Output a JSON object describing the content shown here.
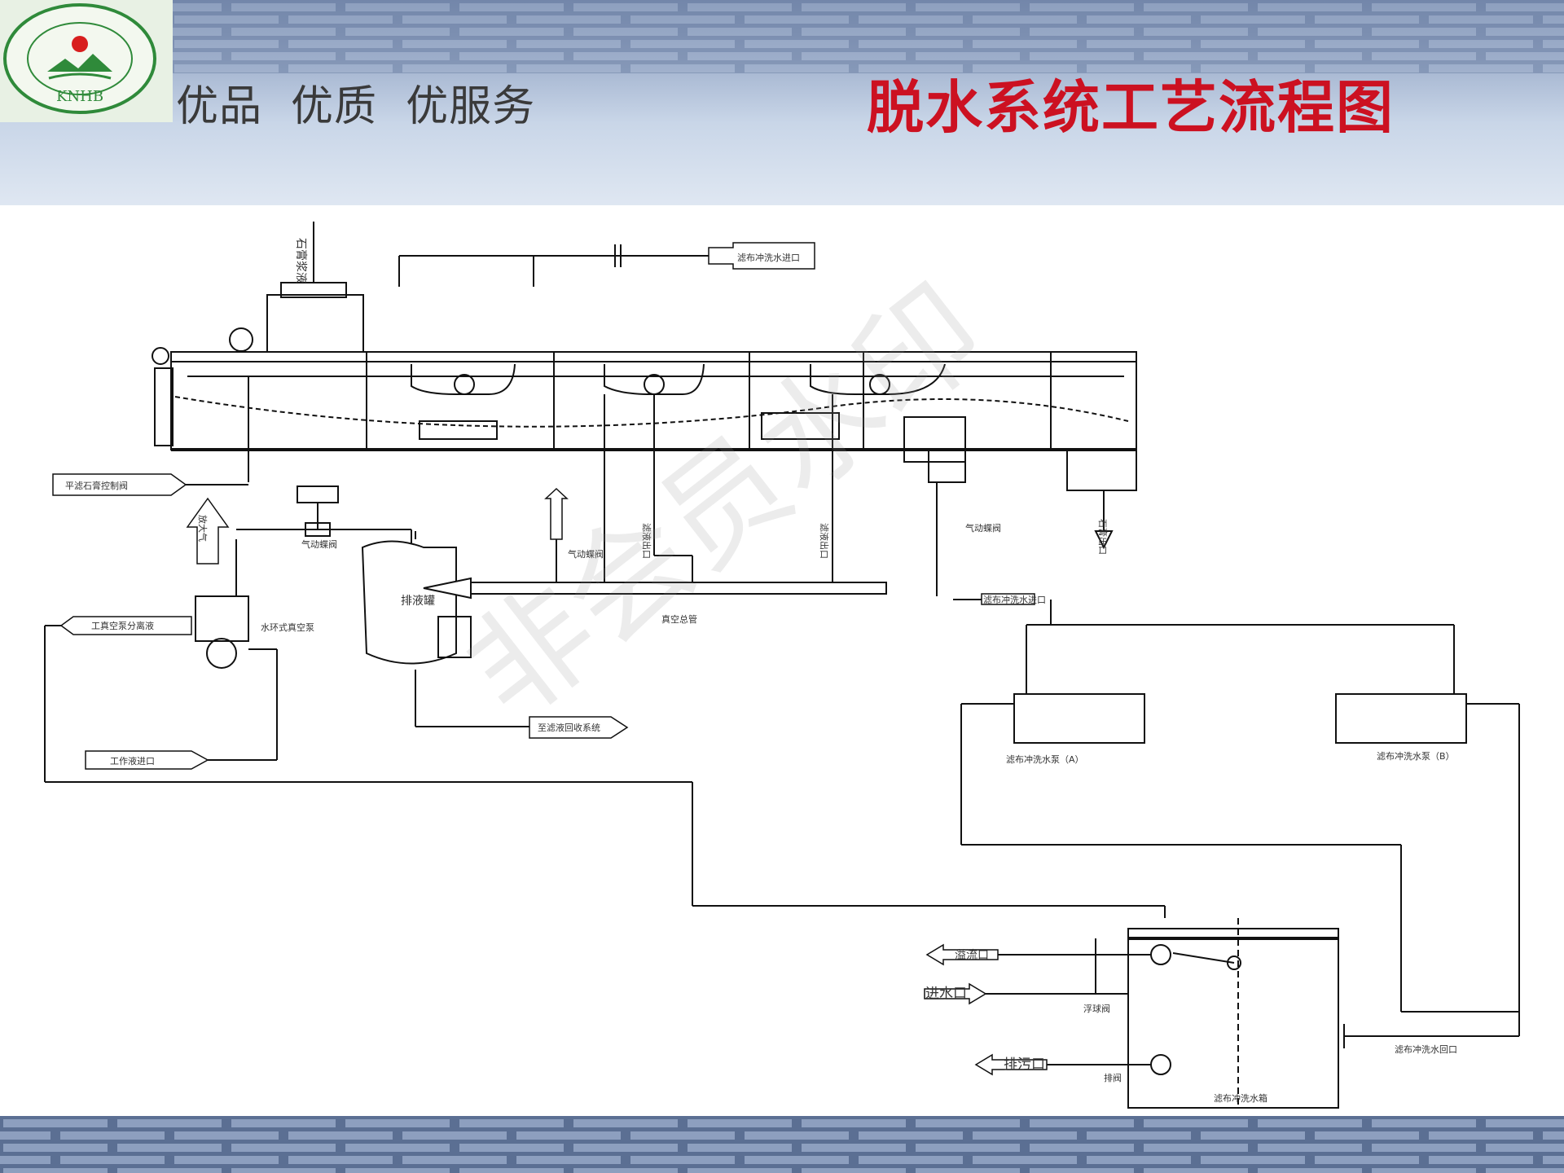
{
  "header": {
    "slogan": "优品  优质  优服务",
    "title": "脱水系统工艺流程图",
    "logo_text": "KNHB"
  },
  "colors": {
    "title": "#cc1121",
    "header_band": "#8fa2c2",
    "line": "#111111"
  },
  "diagram": {
    "labels": {
      "slurry_inlet": "石膏浆液",
      "filter_cloth_wash_inlet": "滤布冲洗水进口",
      "gypsum_valve": "平滤石膏控制阀",
      "air": "放大气",
      "gas_valve": "气动蝶阀",
      "work_vacuum_exit": "工真空泵分离液",
      "water_ring_pump": "水环式真空泵",
      "drain": "排液罐",
      "vacuum_main": "真空总管",
      "filtrate_1": "滤液出口",
      "filtrate_2": "滤液出口",
      "gas_valve_2": "气动蝶阀",
      "gas_valve_3": "气动蝶阀",
      "to_recovery": "至滤液回收系统",
      "work_fluid_inlet": "工作液进口",
      "gypsum_outlet": "石膏出口",
      "wash_tank_outlet": "滤布冲洗水进口",
      "pump_a": "滤布冲洗水泵（A）",
      "pump_b": "滤布冲洗水泵（B）",
      "overflow": "溢流口",
      "water_inlet": "进水口",
      "float_valve": "浮球阀",
      "drain_outlet": "排污口",
      "drain_valve": "排阀",
      "tank_return": "滤布冲洗水回口",
      "tank": "滤布冲洗水箱"
    }
  },
  "watermark": "非会员水印"
}
